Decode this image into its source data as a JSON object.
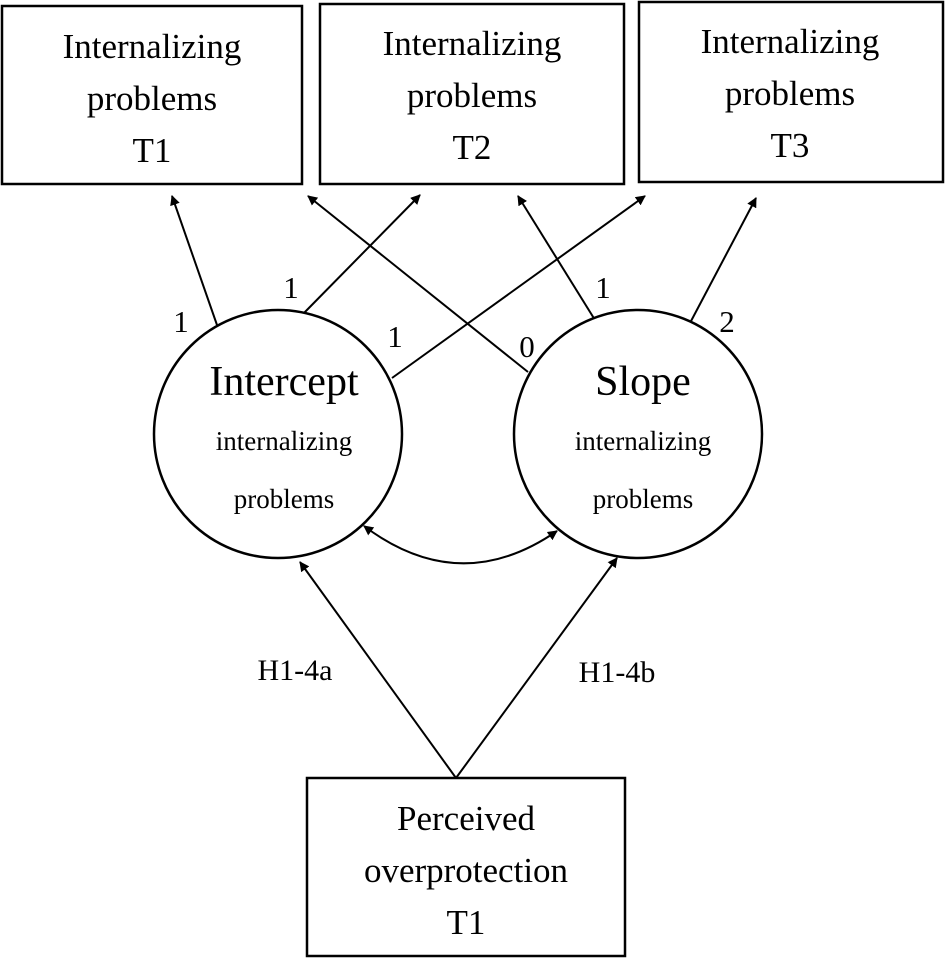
{
  "observed": [
    {
      "id": "t1",
      "lines": [
        "Internalizing",
        "problems",
        "T1"
      ]
    },
    {
      "id": "t2",
      "lines": [
        "Internalizing",
        "problems",
        "T2"
      ]
    },
    {
      "id": "t3",
      "lines": [
        "Internalizing",
        "problems",
        "T3"
      ]
    }
  ],
  "latent": {
    "intercept": {
      "title": "Intercept",
      "lines": [
        "internalizing",
        "problems"
      ]
    },
    "slope": {
      "title": "Slope",
      "lines": [
        "internalizing",
        "problems"
      ]
    }
  },
  "predictor": {
    "lines": [
      "Perceived",
      "overprotection",
      "T1"
    ]
  },
  "loadings": {
    "intercept_t1": "1",
    "intercept_t2": "1",
    "intercept_t3": "1",
    "slope_t1": "0",
    "slope_t2": "1",
    "slope_t3": "2"
  },
  "hypotheses": {
    "to_intercept": "H1-4a",
    "to_slope": "H1-4b"
  }
}
